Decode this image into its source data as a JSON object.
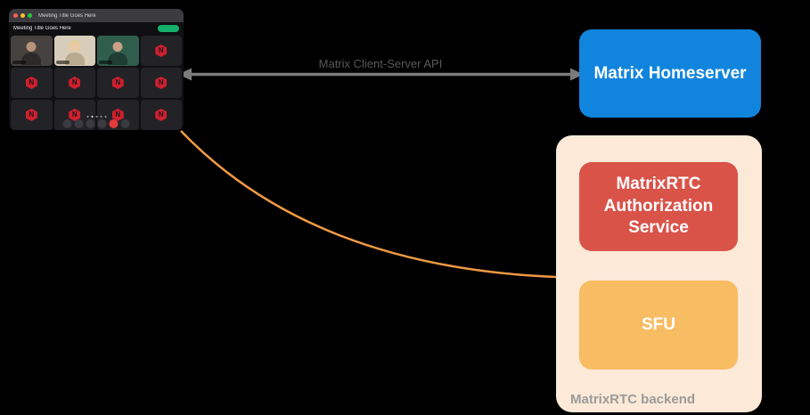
{
  "colors": {
    "background": "#000000",
    "homeserver_blue": "#1185dd",
    "auth_service_red": "#d95349",
    "sfu_orange": "#f8bc63",
    "backend_peach": "#fce9d7",
    "arrow_gray": "#7b7b7b",
    "media_line_orange": "#f09a43",
    "n_logo_red": "#d01f2f"
  },
  "homeserver": {
    "label": "Matrix Homeserver"
  },
  "arrow": {
    "label": "Matrix Client-Server API"
  },
  "backend": {
    "label": "MatrixRTC backend",
    "auth_service_label": "MatrixRTC Authorization Service",
    "sfu_label": "SFU"
  },
  "client": {
    "tab_title": "Meeting Title Goes Here",
    "room_title": "Meeting Title Goes Here",
    "n_badge_letter": "N"
  }
}
